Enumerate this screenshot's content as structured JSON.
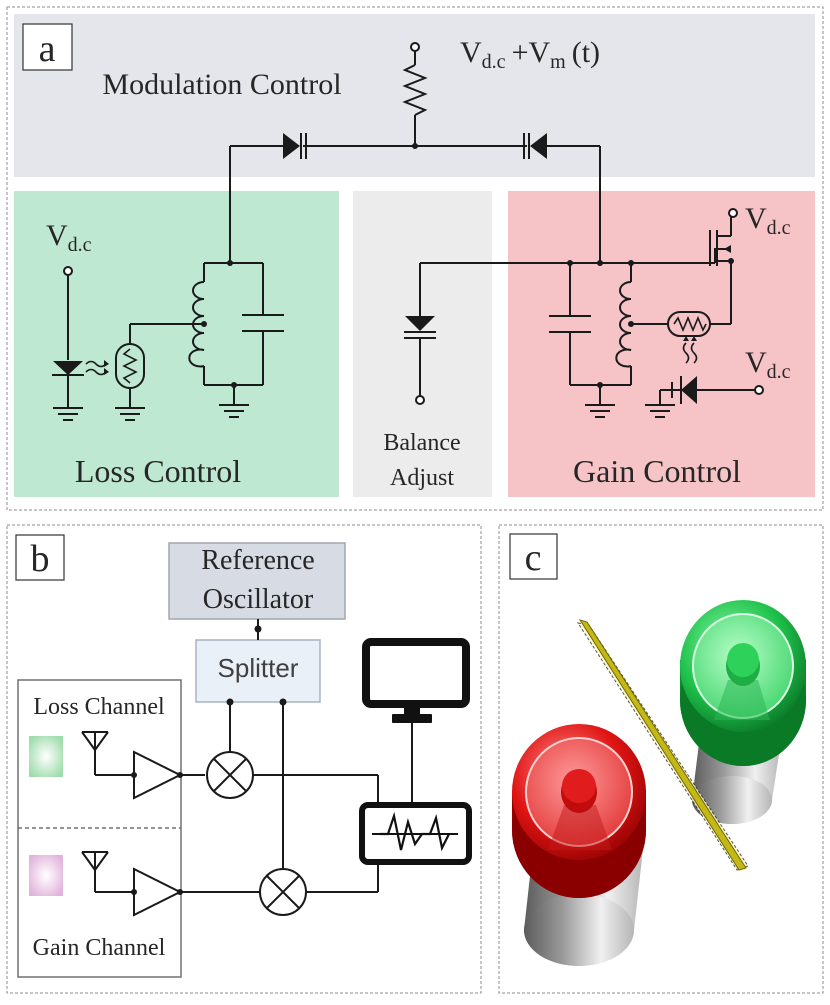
{
  "panel_a": {
    "label": "a",
    "modulation": {
      "title": "Modulation Control",
      "source_main": "V",
      "source_sub": "d.c",
      "source_plus": "+V",
      "source_sub2": "m",
      "source_t": "(t)"
    },
    "loss": {
      "title": "Loss Control",
      "vdc_main": "V",
      "vdc_sub": "d.c"
    },
    "balance": {
      "line1": "Balance",
      "line2": "Adjust"
    },
    "gain": {
      "title": "Gain Control",
      "vdc_main": "V",
      "vdc_sub": "d.c"
    },
    "colors": {
      "modulation_bg": "#e5e6eb",
      "loss_bg": "#bfe8d2",
      "balance_bg": "#ececec",
      "gain_bg": "#f6c3c6"
    }
  },
  "panel_b": {
    "label": "b",
    "reference": {
      "line1": "Reference",
      "line2": "Oscillator"
    },
    "splitter": "Splitter",
    "loss_channel": "Loss Channel",
    "gain_channel": "Gain Channel",
    "colors": {
      "reference_bg": "#d7dce4",
      "splitter_bg": "#eaf0f8",
      "loss_led": "#a8e3b4",
      "gain_led": "#ebc2e4"
    }
  },
  "panel_c": {
    "label": "c",
    "colors": {
      "red": "#e01010",
      "green": "#19c04a",
      "plate": "#c4b818"
    }
  }
}
